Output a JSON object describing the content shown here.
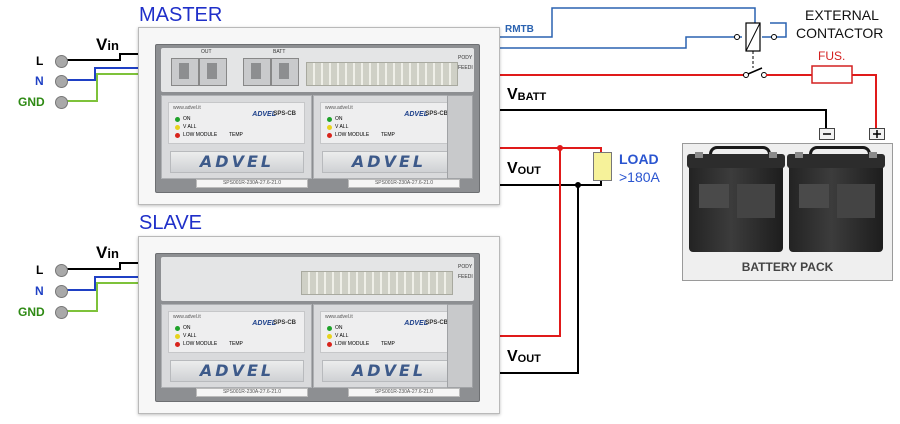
{
  "master": {
    "title": "MASTER",
    "vin": "V",
    "vin_sub": "in",
    "vbatt": "V",
    "vbatt_sub": "BATT",
    "vout": "V",
    "vout_sub": "OUT",
    "terminals": [
      "L",
      "N",
      "GND"
    ],
    "rmtb": "RMTB"
  },
  "slave": {
    "title": "SLAVE",
    "vin": "V",
    "vin_sub": "in",
    "vout": "V",
    "vout_sub": "OUT",
    "terminals": [
      "L",
      "N",
      "GND"
    ]
  },
  "external_contactor": {
    "line1": "EXTERNAL",
    "line2": "CONTACTOR"
  },
  "fuse": {
    "label": "FUS."
  },
  "load": {
    "line1": "LOAD",
    "line2": ">180A"
  },
  "battery_pack": {
    "label": "BATTERY PACK"
  },
  "unit_branding": {
    "brand": "ADVEL",
    "small_brand": "ADVEL",
    "model": "SPS-CB",
    "website": "www.advel.it",
    "rack_labels": [
      "OUT",
      "BATT",
      "PODY",
      "FEEDI"
    ],
    "led_labels": [
      "ON",
      "V ALL",
      "LOW MODULE",
      "TEMP"
    ],
    "module_codes": [
      "SPS001R-230A-27.6-21.0",
      "SPS001R-230A-27.6-21.0"
    ]
  },
  "colors": {
    "title_blue": "#1f2fc9",
    "neutral_blue": "#1f40c4",
    "ground_green": "#2e8a14",
    "ground_wire": "#7ec23a",
    "battery_red": "#e01a1a",
    "signal_blue": "#2a62b0",
    "fuse_red": "#d42020",
    "load_blue": "#2a55d0",
    "black": "#000000"
  },
  "icons": [
    "minus-terminal-icon",
    "plus-terminal-icon",
    "relay-coil-icon",
    "switch-contact-icon",
    "fuse-icon"
  ]
}
